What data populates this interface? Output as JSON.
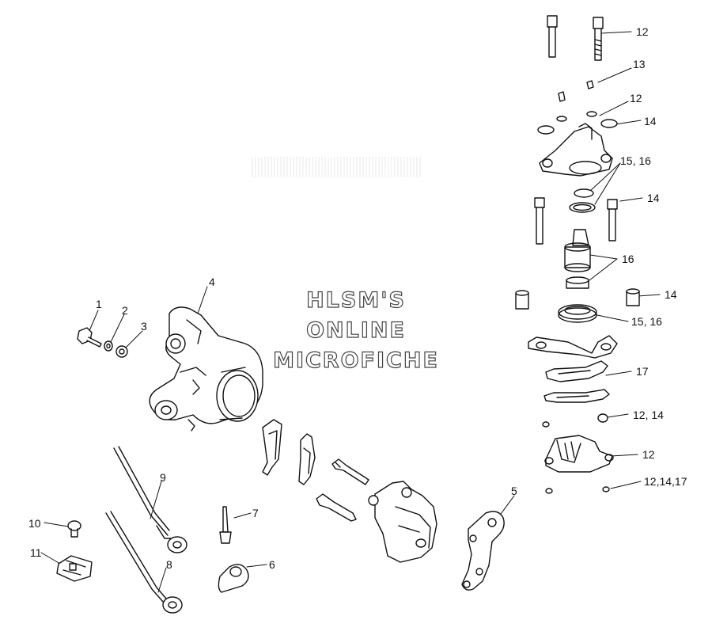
{
  "watermark": {
    "line1": "HLSM'S",
    "line2": "ONLINE",
    "line3": "MICROFICHE"
  },
  "callouts": [
    {
      "id": "c1",
      "text": "1"
    },
    {
      "id": "c2",
      "text": "2"
    },
    {
      "id": "c3",
      "text": "3"
    },
    {
      "id": "c4",
      "text": "4"
    },
    {
      "id": "c5",
      "text": "5"
    },
    {
      "id": "c6",
      "text": "6"
    },
    {
      "id": "c7",
      "text": "7"
    },
    {
      "id": "c8",
      "text": "8"
    },
    {
      "id": "c9",
      "text": "9"
    },
    {
      "id": "c10",
      "text": "10"
    },
    {
      "id": "c11",
      "text": "11"
    },
    {
      "id": "c12a",
      "text": "12"
    },
    {
      "id": "c13",
      "text": "13"
    },
    {
      "id": "c12b",
      "text": "12"
    },
    {
      "id": "c14a",
      "text": "14"
    },
    {
      "id": "c1516a",
      "text": "15, 16"
    },
    {
      "id": "c14b",
      "text": "14"
    },
    {
      "id": "c16",
      "text": "16"
    },
    {
      "id": "c14c",
      "text": "14"
    },
    {
      "id": "c1516b",
      "text": "15, 16"
    },
    {
      "id": "c17",
      "text": "17"
    },
    {
      "id": "c1214",
      "text": "12, 14"
    },
    {
      "id": "c12c",
      "text": "12"
    },
    {
      "id": "c121417",
      "text": "12,14,17"
    }
  ]
}
